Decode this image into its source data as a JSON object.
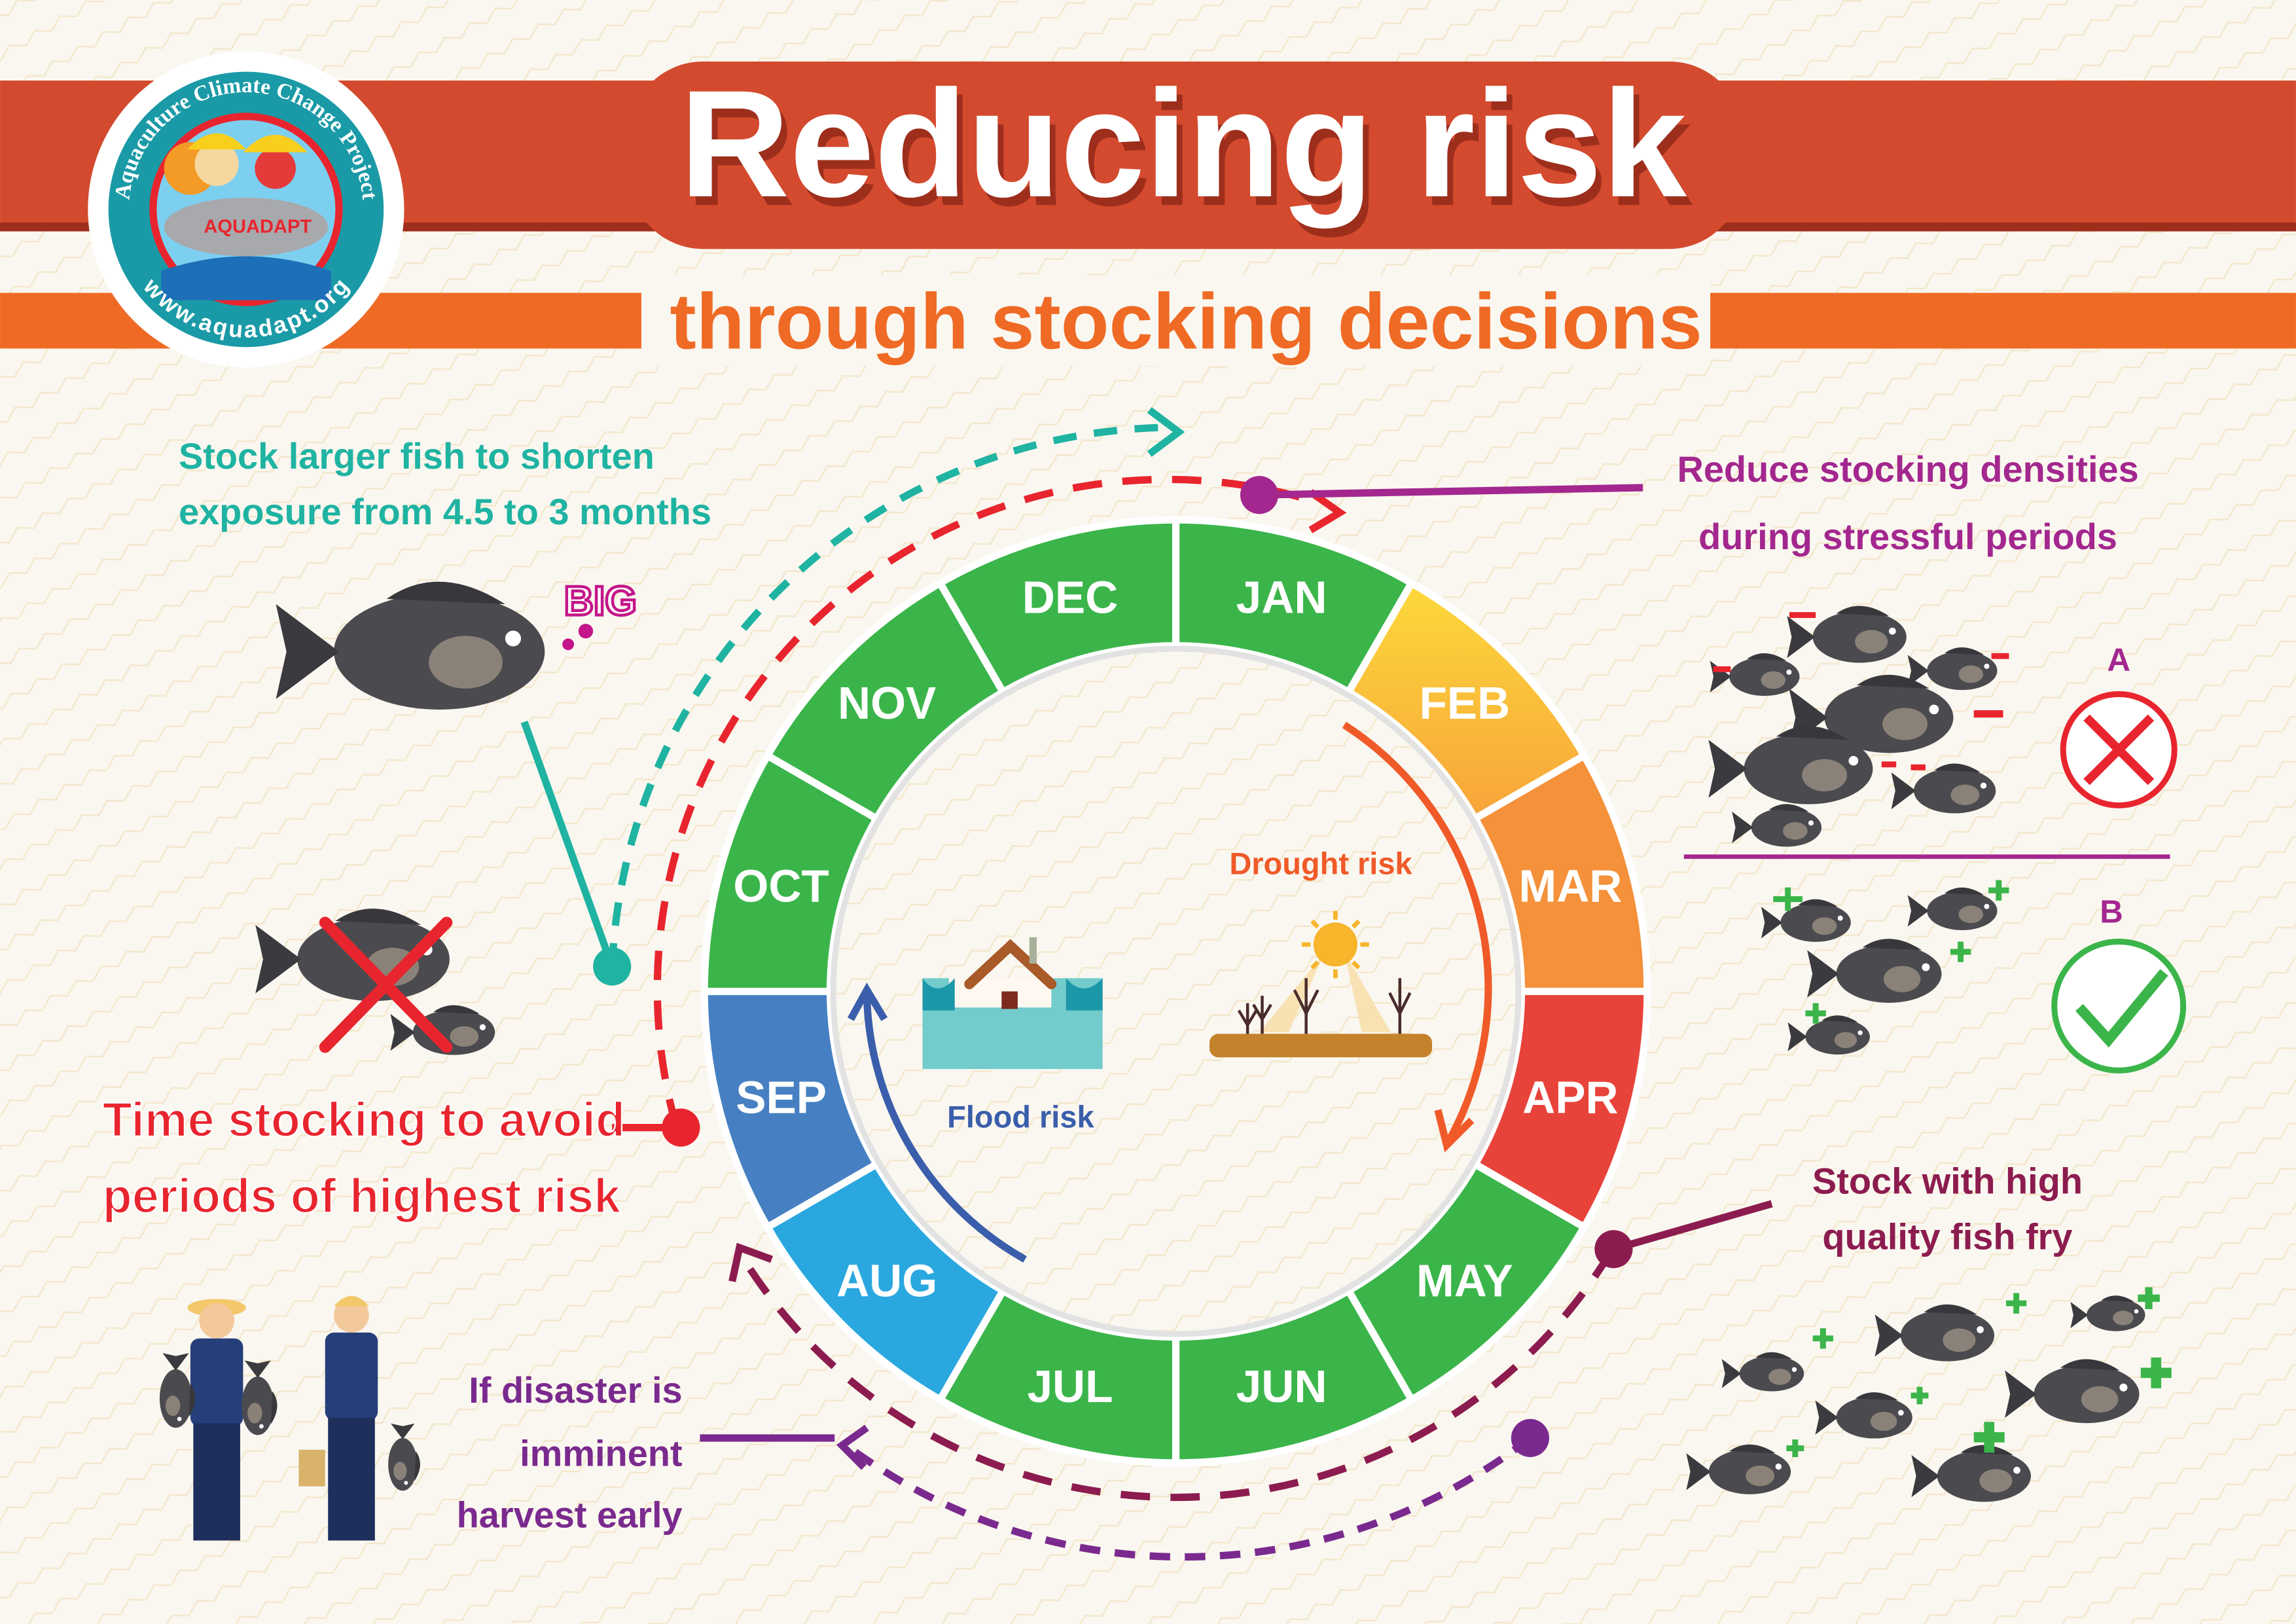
{
  "header": {
    "title": "Reducing risk",
    "subtitle": "through stocking decisions"
  },
  "logo": {
    "ring_text": "Aquaculture Climate Change Project",
    "center_text": "AQUADAPT",
    "url": "www.aquadapt.org"
  },
  "wheel": {
    "months": [
      {
        "label": "JAN",
        "color": "#3bb54a"
      },
      {
        "label": "FEB",
        "color": "#fbb03b"
      },
      {
        "label": "MAR",
        "color": "#f4913a"
      },
      {
        "label": "APR",
        "color": "#e8433a"
      },
      {
        "label": "MAY",
        "color": "#3bb54a"
      },
      {
        "label": "JUN",
        "color": "#3bb54a"
      },
      {
        "label": "JUL",
        "color": "#3bb54a"
      },
      {
        "label": "AUG",
        "color": "#2aa7df"
      },
      {
        "label": "SEP",
        "color": "#4680c2"
      },
      {
        "label": "OCT",
        "color": "#3bb54a"
      },
      {
        "label": "NOV",
        "color": "#3bb54a"
      },
      {
        "label": "DEC",
        "color": "#3bb54a"
      }
    ],
    "drought_label": "Drought risk",
    "flood_label": "Flood risk"
  },
  "notes": {
    "larger_fish": [
      "Stock larger fish to shorten",
      "exposure from 4.5 to 3 months"
    ],
    "big_tag": "BIG",
    "timing": [
      "Time stocking to avoid",
      "periods of highest risk"
    ],
    "harvest": [
      "If disaster is",
      "imminent",
      "harvest early"
    ],
    "density": [
      "Reduce stocking densities",
      "during stressful periods"
    ],
    "option_a": "A",
    "option_b": "B",
    "quality": [
      "Stock with high",
      "quality fish fry"
    ]
  },
  "colors": {
    "header_red": "#d34a2e",
    "orange": "#ef6a24",
    "teal": "#1fb3a2",
    "purple": "#a3278f",
    "maroon": "#8c1c4f",
    "red": "#e8252e"
  }
}
